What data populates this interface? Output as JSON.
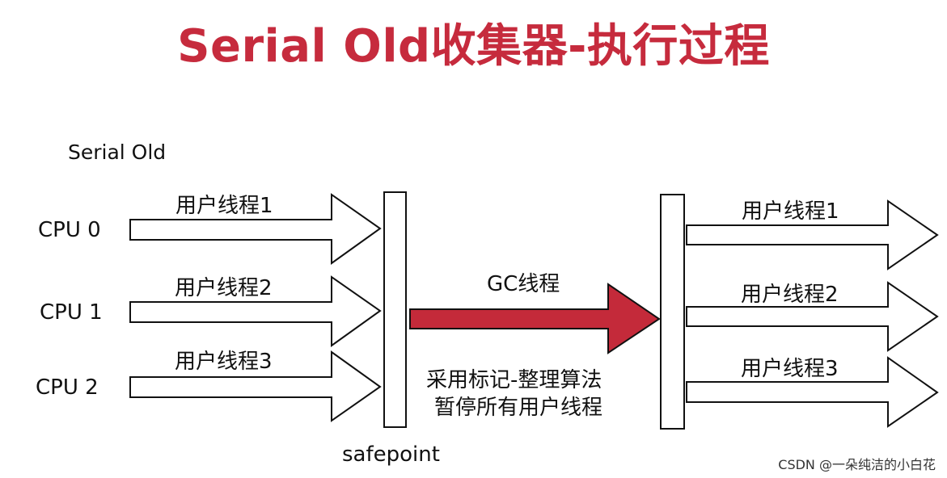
{
  "title": "Serial Old收集器-执行过程",
  "section_label": "Serial Old",
  "cpus": [
    "CPU 0",
    "CPU 1",
    "CPU 2"
  ],
  "left_threads": [
    "用户线程1",
    "用户线程2",
    "用户线程3"
  ],
  "right_threads": [
    "用户线程1",
    "用户线程2",
    "用户线程3"
  ],
  "gc_label": "GC线程",
  "note_line1": "采用标记-整理算法",
  "note_line2": "暂停所有用户线程",
  "safepoint_label": "safepoint",
  "watermark": "CSDN @一朵纯洁的小白花",
  "colors": {
    "title": "#C62B3D",
    "gc_arrow_fill": "#C42A3A",
    "stroke": "#111111"
  }
}
